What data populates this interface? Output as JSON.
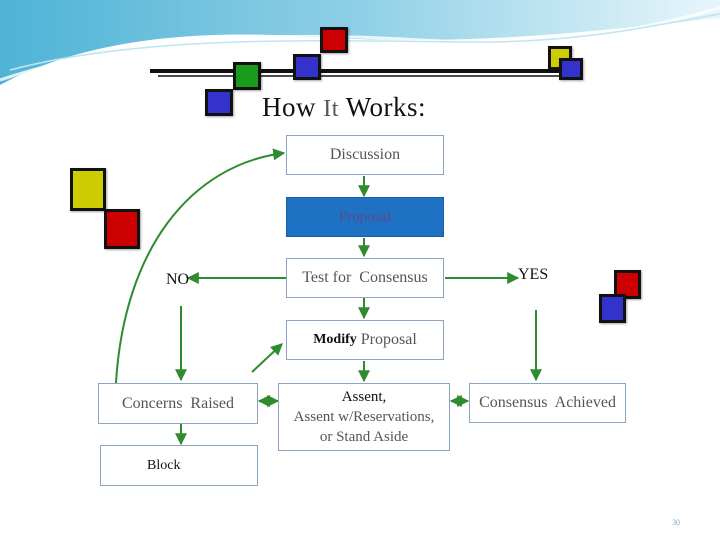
{
  "slide": {
    "title_parts": [
      "How",
      "It",
      "Works:"
    ],
    "page_number": "30"
  },
  "diagram": {
    "discussion": "Discussion",
    "proposal": "Proposal",
    "test": "Test for  Consensus",
    "modify_bold": "Modify",
    "modify_rest": " Proposal",
    "concerns": "Concerns  Raised",
    "assent_line1": "Assent,",
    "assent_line2": "Assent w/Reservations,",
    "assent_line3": "or Stand Aside",
    "consensus": "Consensus  Achieved",
    "block": "Block",
    "no": "NO",
    "yes": "YES"
  },
  "colors": {
    "swoosh": "#3aa7c9",
    "arrow": "#2e8b2e",
    "box_border": "#8aa4c2",
    "proposal_fill": "#1f72c3",
    "square_blue": "#3333cc",
    "square_red": "#cc0000",
    "square_green": "#1a9a1a",
    "square_yellow": "#cccc00"
  }
}
